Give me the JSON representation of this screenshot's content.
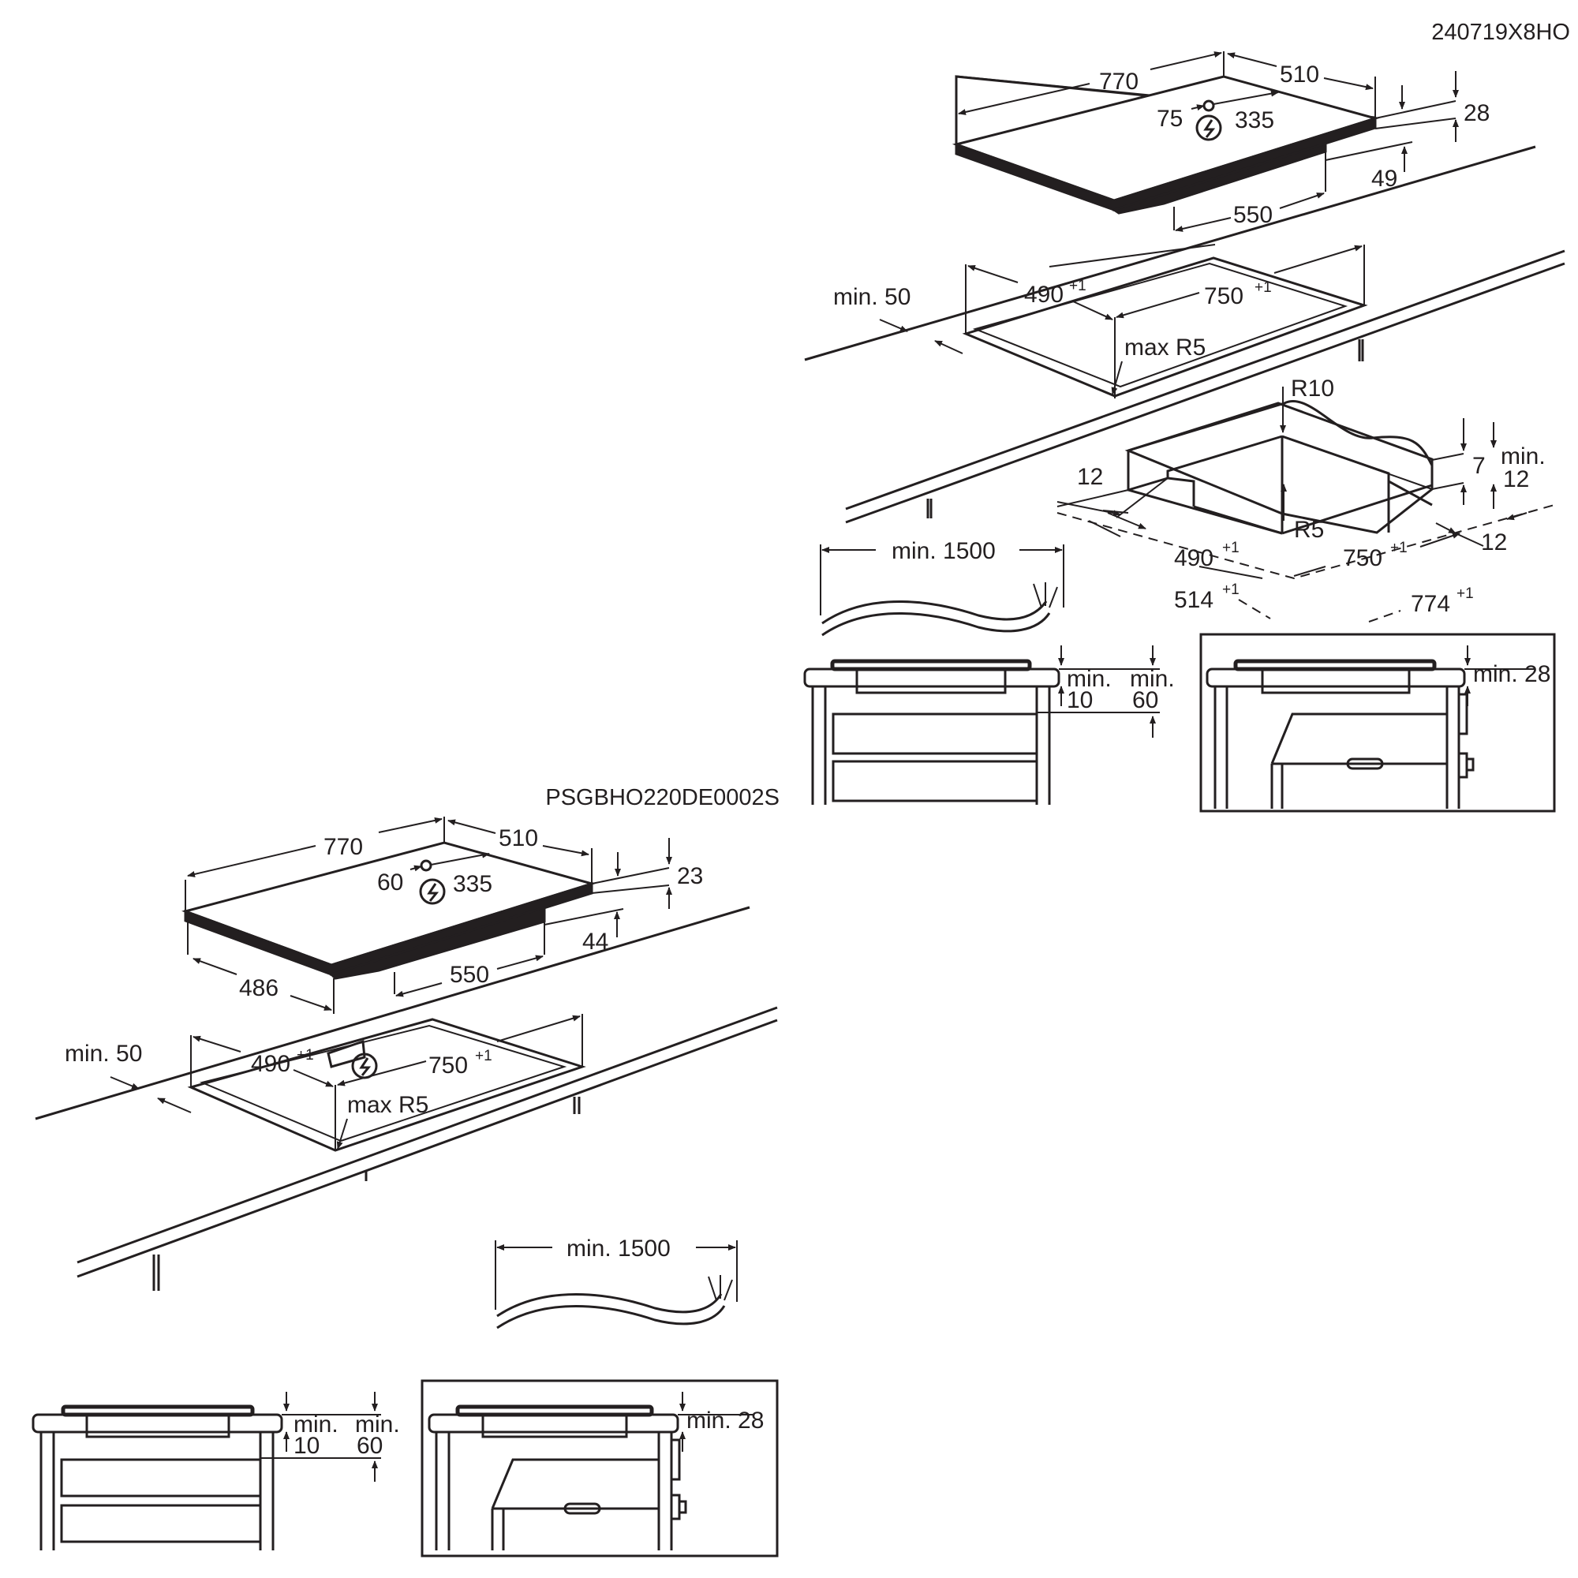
{
  "codes": {
    "top_diagram": "240719X8HO",
    "bottom_diagram": "PSGBHO220DE0002S"
  },
  "top": {
    "hob": {
      "width": "770",
      "depth": "510",
      "conn_offset": "75",
      "conn_distance": "335",
      "glass_thickness": "28",
      "unit_height": "49",
      "box_width": "550"
    },
    "cutout": {
      "min_wall": "min. 50",
      "depth": "490",
      "depth_tol": "+1",
      "width": "750",
      "width_tol": "+1",
      "radius": "max R5"
    },
    "frame_cut": {
      "outer_radius": "R10",
      "inner_radius": "R5",
      "step_left": "12",
      "step_depth": "7",
      "min_label": "min.",
      "min_value": "12",
      "step_right": "12",
      "depth": "490",
      "depth_tol": "+1",
      "width": "750",
      "width_tol": "+1",
      "outer_depth": "514",
      "outer_depth_tol": "+1",
      "outer_width": "774",
      "outer_width_tol": "+1"
    },
    "cable": {
      "length": "min. 1500"
    },
    "drawer": {
      "min_a": "min.",
      "val_a": "10",
      "min_b": "min.",
      "val_b": "60"
    },
    "oven": {
      "clearance": "min. 28"
    }
  },
  "bottom": {
    "hob": {
      "width": "770",
      "depth": "510",
      "conn_offset": "60",
      "conn_distance": "335",
      "glass_thickness": "23",
      "unit_height": "44",
      "box_depth": "486",
      "box_width": "550"
    },
    "cutout": {
      "min_wall": "min. 50",
      "depth": "490",
      "depth_tol": "+1",
      "width": "750",
      "width_tol": "+1",
      "radius": "max R5"
    },
    "cable": {
      "length": "min. 1500"
    },
    "drawer": {
      "min_a": "min.",
      "val_a": "10",
      "min_b": "min.",
      "val_b": "60"
    },
    "oven": {
      "clearance": "min. 28"
    }
  },
  "icons": [
    "electrical-connection-icon",
    "arrow-icon"
  ]
}
